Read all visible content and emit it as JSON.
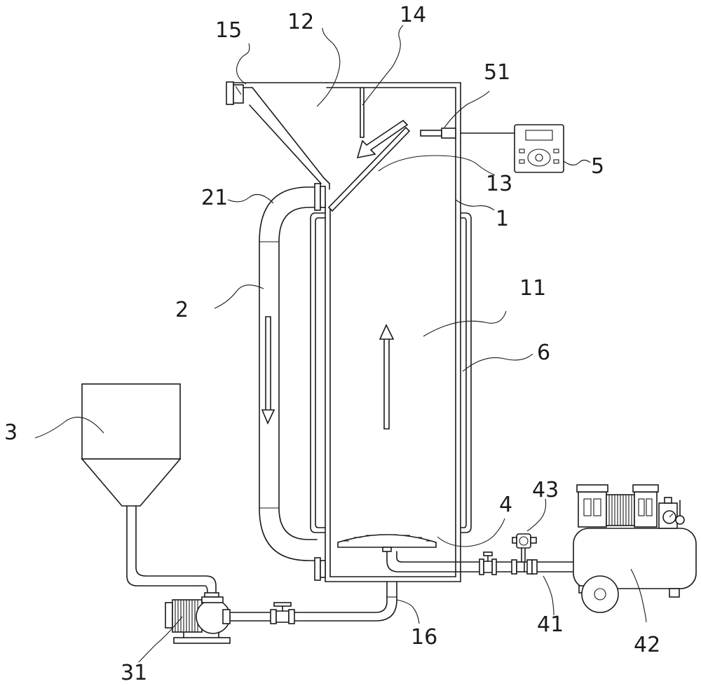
{
  "labels": {
    "l1": "1",
    "l2": "2",
    "l3": "3",
    "l4": "4",
    "l5": "5",
    "l6": "6",
    "l11": "11",
    "l12": "12",
    "l13": "13",
    "l14": "14",
    "l15": "15",
    "l16": "16",
    "l21": "21",
    "l31": "31",
    "l41": "41",
    "l42": "42",
    "l43": "43",
    "l51": "51"
  }
}
